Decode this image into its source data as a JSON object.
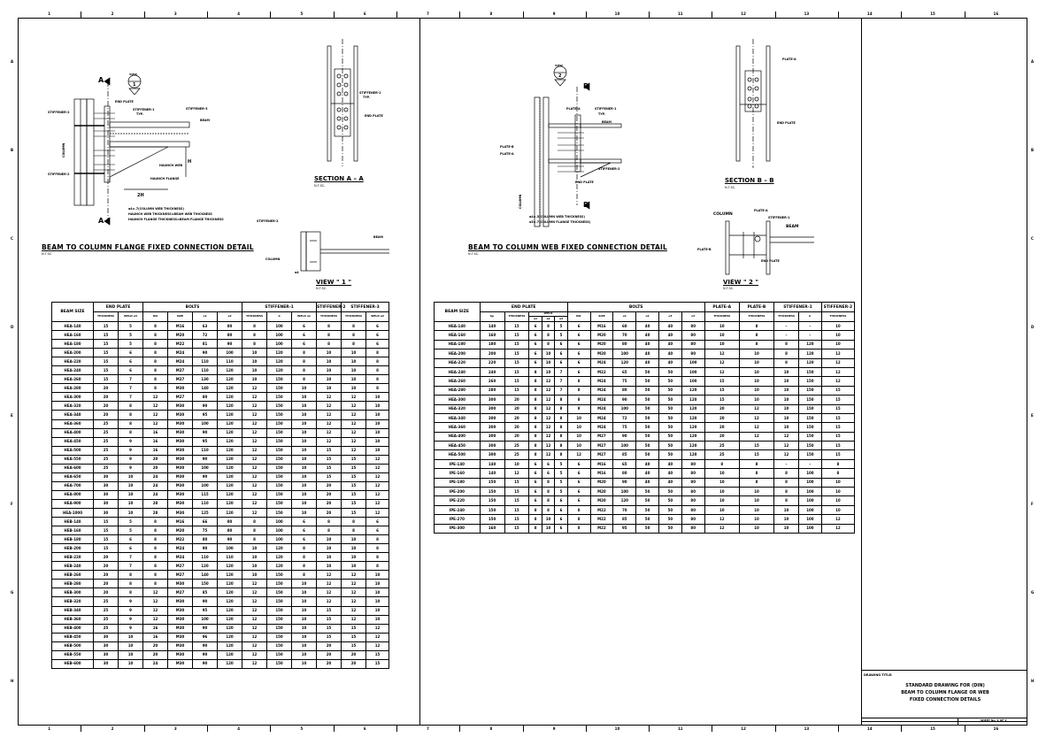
{
  "grid": {
    "columns": [
      "1",
      "2",
      "3",
      "4",
      "5",
      "6",
      "7",
      "8",
      "9",
      "10",
      "11",
      "12",
      "13",
      "14",
      "15",
      "16"
    ],
    "rows": [
      "A",
      "B",
      "C",
      "D",
      "E",
      "F",
      "G",
      "H"
    ]
  },
  "left": {
    "title": "BEAM TO COLUMN FLANGE FIXED CONNECTION DETAIL",
    "nts": "N.T.SC.",
    "section": "SECTION A – A",
    "view": "VIEW \" 1 \"",
    "view_marker": "1",
    "view_marker_word": "VIEW",
    "section_mark": "A",
    "notes": [
      "a4=.7(COLUMN WEB THICKNESS)",
      "HAUNCH WEB THICKNESS=BEAM WEB THICKNESS",
      "HAUNCH FLANGE THICKNESS=BEAM FLANGE THICKNESS"
    ],
    "labels": {
      "end_plate": "END PLATE",
      "stiffener_1": "STIFFENER-1",
      "typ": "TYP.",
      "stiffener_3": "STIFFENER-3",
      "stiffener_2": "STIFFENER-2",
      "beam": "BEAM",
      "column": "COLUMN",
      "haunch_web": "HAUNCH WEB",
      "haunch_flange": "HAUNCH FLANGE",
      "two_h": "2H",
      "h": "H",
      "b": "b",
      "a4": "a4"
    },
    "table": {
      "header_top": [
        "BEAM SIZE",
        "END PLATE",
        "BOLTS",
        "STIFFENER-1",
        "STIFFENER-2",
        "STIFFENER-3"
      ],
      "header_sub": [
        "THICKNESS",
        "WELD a3",
        "NO",
        "SIZE",
        "e1",
        "e2",
        "THICKNESS",
        "b",
        "WELD a1",
        "THICKNESS",
        "THICKNESS",
        "WELD a2"
      ],
      "rows": [
        [
          "HEA-140",
          "15",
          "5",
          "8",
          "M16",
          "63",
          "80",
          "8",
          "100",
          "6",
          "8",
          "8",
          "6"
        ],
        [
          "HEA-160",
          "15",
          "5",
          "8",
          "M20",
          "72",
          "80",
          "8",
          "100",
          "6",
          "8",
          "8",
          "6"
        ],
        [
          "HEA-180",
          "15",
          "5",
          "8",
          "M22",
          "81",
          "90",
          "8",
          "100",
          "6",
          "8",
          "8",
          "6"
        ],
        [
          "HEA-200",
          "15",
          "6",
          "8",
          "M24",
          "90",
          "100",
          "10",
          "120",
          "8",
          "10",
          "10",
          "8"
        ],
        [
          "HEA-220",
          "15",
          "6",
          "8",
          "M24",
          "110",
          "110",
          "10",
          "120",
          "8",
          "10",
          "10",
          "8"
        ],
        [
          "HEA-240",
          "15",
          "6",
          "8",
          "M27",
          "110",
          "120",
          "10",
          "120",
          "8",
          "10",
          "10",
          "8"
        ],
        [
          "HEA-260",
          "15",
          "7",
          "8",
          "M27",
          "130",
          "120",
          "10",
          "150",
          "8",
          "10",
          "10",
          "8"
        ],
        [
          "HEA-280",
          "20",
          "7",
          "8",
          "M30",
          "140",
          "120",
          "12",
          "150",
          "10",
          "10",
          "10",
          "8"
        ],
        [
          "HEA-300",
          "20",
          "7",
          "12",
          "M27",
          "80",
          "120",
          "12",
          "150",
          "10",
          "12",
          "12",
          "10"
        ],
        [
          "HEA-320",
          "20",
          "8",
          "12",
          "M30",
          "90",
          "120",
          "12",
          "150",
          "10",
          "12",
          "12",
          "10"
        ],
        [
          "HEA-340",
          "20",
          "8",
          "12",
          "M30",
          "95",
          "120",
          "12",
          "150",
          "10",
          "12",
          "12",
          "10"
        ],
        [
          "HEA-360",
          "25",
          "8",
          "12",
          "M30",
          "100",
          "120",
          "12",
          "150",
          "10",
          "12",
          "12",
          "10"
        ],
        [
          "HEA-400",
          "25",
          "8",
          "16",
          "M30",
          "90",
          "120",
          "12",
          "150",
          "10",
          "12",
          "12",
          "10"
        ],
        [
          "HEA-450",
          "25",
          "9",
          "16",
          "M30",
          "95",
          "120",
          "12",
          "150",
          "10",
          "12",
          "12",
          "10"
        ],
        [
          "HEA-500",
          "25",
          "9",
          "16",
          "M30",
          "110",
          "120",
          "12",
          "150",
          "10",
          "15",
          "12",
          "10"
        ],
        [
          "HEA-550",
          "25",
          "9",
          "20",
          "M30",
          "90",
          "120",
          "12",
          "150",
          "10",
          "15",
          "15",
          "12"
        ],
        [
          "HEA-600",
          "25",
          "9",
          "20",
          "M30",
          "100",
          "120",
          "12",
          "150",
          "10",
          "15",
          "15",
          "12"
        ],
        [
          "HEA-650",
          "30",
          "10",
          "24",
          "M30",
          "90",
          "120",
          "12",
          "150",
          "10",
          "15",
          "15",
          "12"
        ],
        [
          "HEA-700",
          "30",
          "10",
          "24",
          "M30",
          "100",
          "120",
          "12",
          "150",
          "10",
          "20",
          "15",
          "12"
        ],
        [
          "HEA-800",
          "30",
          "10",
          "24",
          "M30",
          "115",
          "120",
          "12",
          "150",
          "10",
          "20",
          "15",
          "12"
        ],
        [
          "HEA-900",
          "30",
          "10",
          "28",
          "M30",
          "110",
          "120",
          "12",
          "150",
          "10",
          "20",
          "15",
          "12"
        ],
        [
          "HEA-1000",
          "30",
          "10",
          "28",
          "M30",
          "125",
          "120",
          "12",
          "150",
          "10",
          "20",
          "15",
          "12"
        ],
        [
          "HEB-140",
          "15",
          "5",
          "8",
          "M16",
          "66",
          "80",
          "8",
          "100",
          "6",
          "8",
          "8",
          "6"
        ],
        [
          "HEB-160",
          "15",
          "5",
          "8",
          "M20",
          "75",
          "80",
          "8",
          "100",
          "6",
          "8",
          "8",
          "6"
        ],
        [
          "HEB-180",
          "15",
          "6",
          "8",
          "M22",
          "80",
          "90",
          "8",
          "100",
          "6",
          "10",
          "10",
          "8"
        ],
        [
          "HEB-200",
          "15",
          "6",
          "8",
          "M24",
          "90",
          "100",
          "10",
          "120",
          "8",
          "10",
          "10",
          "8"
        ],
        [
          "HEB-220",
          "20",
          "7",
          "8",
          "M24",
          "110",
          "110",
          "10",
          "120",
          "8",
          "10",
          "10",
          "8"
        ],
        [
          "HEB-240",
          "20",
          "7",
          "8",
          "M27",
          "120",
          "120",
          "10",
          "120",
          "8",
          "10",
          "10",
          "8"
        ],
        [
          "HEB-260",
          "20",
          "8",
          "8",
          "M27",
          "140",
          "120",
          "10",
          "150",
          "8",
          "12",
          "12",
          "10"
        ],
        [
          "HEB-280",
          "20",
          "8",
          "8",
          "M30",
          "150",
          "120",
          "12",
          "150",
          "10",
          "12",
          "12",
          "10"
        ],
        [
          "HEB-300",
          "20",
          "8",
          "12",
          "M27",
          "85",
          "120",
          "12",
          "150",
          "10",
          "12",
          "12",
          "10"
        ],
        [
          "HEB-320",
          "25",
          "9",
          "12",
          "M30",
          "90",
          "120",
          "12",
          "150",
          "10",
          "12",
          "12",
          "10"
        ],
        [
          "HEB-340",
          "25",
          "9",
          "12",
          "M30",
          "95",
          "120",
          "12",
          "150",
          "10",
          "15",
          "12",
          "10"
        ],
        [
          "HEB-360",
          "25",
          "9",
          "12",
          "M30",
          "100",
          "120",
          "12",
          "150",
          "10",
          "15",
          "12",
          "10"
        ],
        [
          "HEB-400",
          "25",
          "9",
          "16",
          "M30",
          "90",
          "120",
          "12",
          "150",
          "10",
          "15",
          "15",
          "12"
        ],
        [
          "HEB-450",
          "30",
          "10",
          "16",
          "M30",
          "96",
          "120",
          "12",
          "150",
          "10",
          "15",
          "15",
          "12"
        ],
        [
          "HEB-500",
          "30",
          "10",
          "20",
          "M30",
          "90",
          "120",
          "12",
          "150",
          "10",
          "20",
          "15",
          "12"
        ],
        [
          "HEB-550",
          "30",
          "10",
          "20",
          "M30",
          "90",
          "120",
          "12",
          "150",
          "10",
          "20",
          "20",
          "15"
        ],
        [
          "HEB-600",
          "30",
          "10",
          "24",
          "M30",
          "90",
          "120",
          "12",
          "150",
          "10",
          "20",
          "20",
          "15"
        ]
      ]
    }
  },
  "right": {
    "title": "BEAM TO COLUMN WEB FIXED CONNECTION DETAIL",
    "nts": "N.T.SC.",
    "section": "SECTION B – B",
    "view": "VIEW \" 2 \"",
    "view_marker": "2",
    "view_marker_word": "VIEW",
    "section_mark": "B",
    "notes": [
      "a4=.5(COLUMN WEB THICKNESS)",
      "a5=.7(COLUMN FLANGE THICKNESS)"
    ],
    "labels": {
      "plate_a": "PLATE-A",
      "plate_b": "PLATE-B",
      "stiffener_1": "STIFFENER-1",
      "typ": "TYP.",
      "stiffener_2": "STIFFENER-2",
      "beam": "BEAM",
      "column": "COLUMN",
      "end_plate": "END PLATE",
      "b": "b",
      "a4": "a4"
    },
    "table": {
      "header_top": [
        "BEAM SIZE",
        "END PLATE",
        "BOLTS",
        "PLATE-A",
        "PLATE-B",
        "STIFFENER-1",
        "STIFFENER-2"
      ],
      "header_sub": [
        "bp",
        "THICKNESS",
        "WELD",
        "a1",
        "a2",
        "a3",
        "NO.",
        "SIZE",
        "e1",
        "e2",
        "e3",
        "e4",
        "THICKNESS",
        "THICKNESS",
        "THICKNESS",
        "b",
        "THICKNESS"
      ],
      "rows": [
        [
          "HEA-140",
          "140",
          "15",
          "6",
          "8",
          "5",
          "6",
          "M16",
          "60",
          "40",
          "40",
          "80",
          "10",
          "8",
          "–",
          "–",
          "10"
        ],
        [
          "HEA-160",
          "160",
          "15",
          "6",
          "8",
          "5",
          "6",
          "M20",
          "70",
          "40",
          "40",
          "80",
          "10",
          "8",
          "–",
          "–",
          "10"
        ],
        [
          "HEA-180",
          "180",
          "15",
          "6",
          "8",
          "6",
          "6",
          "M20",
          "80",
          "40",
          "40",
          "80",
          "10",
          "8",
          "8",
          "120",
          "10"
        ],
        [
          "HEA-200",
          "200",
          "15",
          "6",
          "10",
          "6",
          "6",
          "M20",
          "100",
          "40",
          "40",
          "80",
          "12",
          "10",
          "8",
          "120",
          "12"
        ],
        [
          "HEA-220",
          "220",
          "15",
          "6",
          "10",
          "6",
          "6",
          "M24",
          "120",
          "40",
          "40",
          "100",
          "12",
          "10",
          "8",
          "120",
          "12"
        ],
        [
          "HEA-240",
          "240",
          "15",
          "8",
          "10",
          "7",
          "6",
          "M22",
          "65",
          "50",
          "50",
          "100",
          "12",
          "10",
          "10",
          "150",
          "12"
        ],
        [
          "HEA-260",
          "260",
          "15",
          "8",
          "12",
          "7",
          "8",
          "M24",
          "75",
          "50",
          "50",
          "100",
          "15",
          "10",
          "10",
          "150",
          "12"
        ],
        [
          "HEA-280",
          "280",
          "15",
          "8",
          "12",
          "7",
          "8",
          "M24",
          "80",
          "50",
          "50",
          "120",
          "15",
          "10",
          "10",
          "150",
          "15"
        ],
        [
          "HEA-300",
          "300",
          "20",
          "8",
          "12",
          "8",
          "8",
          "M24",
          "90",
          "50",
          "50",
          "120",
          "15",
          "10",
          "10",
          "150",
          "15"
        ],
        [
          "HEA-320",
          "300",
          "20",
          "8",
          "12",
          "8",
          "8",
          "M24",
          "100",
          "50",
          "50",
          "120",
          "20",
          "12",
          "10",
          "150",
          "15"
        ],
        [
          "HEA-340",
          "300",
          "20",
          "8",
          "12",
          "8",
          "10",
          "M24",
          "72",
          "50",
          "50",
          "120",
          "20",
          "12",
          "10",
          "150",
          "15"
        ],
        [
          "HEA-360",
          "300",
          "20",
          "8",
          "12",
          "8",
          "10",
          "M24",
          "75",
          "50",
          "50",
          "120",
          "20",
          "12",
          "10",
          "150",
          "15"
        ],
        [
          "HEA-400",
          "300",
          "20",
          "8",
          "12",
          "8",
          "10",
          "M27",
          "90",
          "50",
          "50",
          "120",
          "20",
          "12",
          "12",
          "150",
          "15"
        ],
        [
          "HEA-450",
          "300",
          "25",
          "8",
          "12",
          "8",
          "10",
          "M27",
          "100",
          "50",
          "50",
          "120",
          "25",
          "15",
          "12",
          "150",
          "15"
        ],
        [
          "HEA-500",
          "300",
          "25",
          "8",
          "12",
          "8",
          "12",
          "M27",
          "85",
          "50",
          "50",
          "120",
          "25",
          "15",
          "12",
          "150",
          "15"
        ],
        [
          "IPE-140",
          "140",
          "10",
          "6",
          "6",
          "5",
          "6",
          "M16",
          "65",
          "40",
          "40",
          "80",
          "8",
          "8",
          "–",
          "–",
          "8"
        ],
        [
          "IPE-160",
          "140",
          "12",
          "6",
          "6",
          "5",
          "6",
          "M16",
          "80",
          "40",
          "40",
          "80",
          "10",
          "8",
          "8",
          "100",
          "8"
        ],
        [
          "IPE-180",
          "150",
          "15",
          "6",
          "8",
          "5",
          "6",
          "M20",
          "90",
          "40",
          "40",
          "80",
          "10",
          "8",
          "8",
          "100",
          "10"
        ],
        [
          "IPE-200",
          "150",
          "15",
          "6",
          "8",
          "5",
          "6",
          "M20",
          "100",
          "50",
          "50",
          "80",
          "10",
          "10",
          "8",
          "100",
          "10"
        ],
        [
          "IPE-220",
          "150",
          "15",
          "6",
          "8",
          "6",
          "6",
          "M20",
          "120",
          "50",
          "50",
          "80",
          "10",
          "10",
          "8",
          "100",
          "10"
        ],
        [
          "IPE-240",
          "150",
          "15",
          "8",
          "8",
          "6",
          "8",
          "M22",
          "70",
          "50",
          "50",
          "80",
          "10",
          "10",
          "10",
          "100",
          "10"
        ],
        [
          "IPE-270",
          "150",
          "15",
          "8",
          "10",
          "6",
          "8",
          "M22",
          "85",
          "50",
          "50",
          "80",
          "12",
          "10",
          "10",
          "100",
          "12"
        ],
        [
          "IPE-300",
          "160",
          "15",
          "8",
          "10",
          "6",
          "8",
          "M22",
          "95",
          "50",
          "50",
          "80",
          "12",
          "10",
          "10",
          "100",
          "12"
        ]
      ]
    }
  },
  "title_block": {
    "label": "DRAWING TITLE:",
    "lines": [
      "STANDARD DRAWING FOR (DIN)",
      "BEAM TO COLUMN FLANGE OR WEB",
      "FIXED CONNECTION DETAILS"
    ],
    "sheet": "SHEET No. 1 OF 1"
  }
}
